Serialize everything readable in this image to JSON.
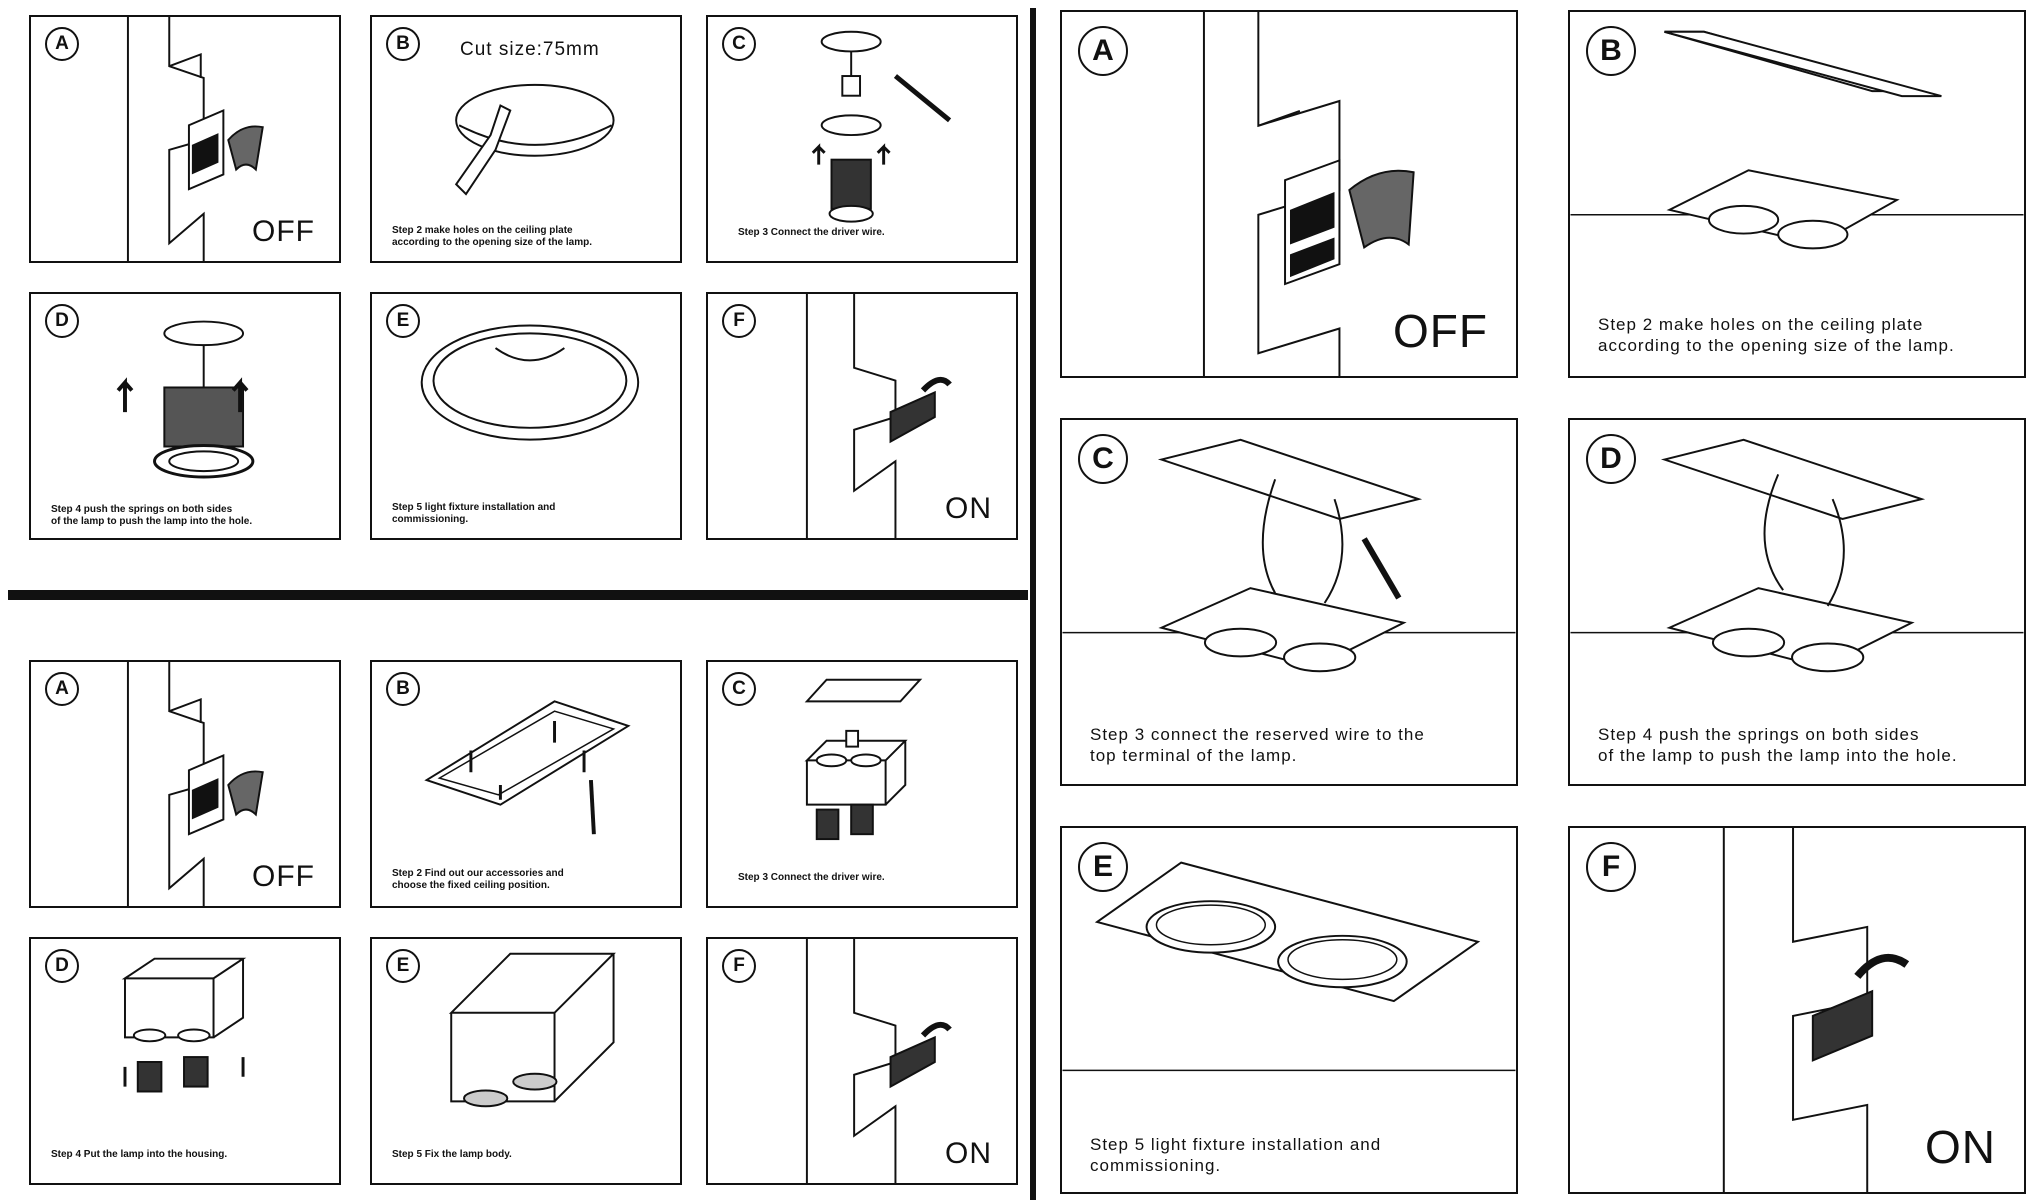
{
  "group1": {
    "A": {
      "letter": "A",
      "label": "OFF",
      "switch": "OFF"
    },
    "B": {
      "letter": "B",
      "cut_size": "Cut size:75mm",
      "text": "Step 2 make holes on the ceiling plate\naccording to the opening size of the lamp."
    },
    "C": {
      "letter": "C",
      "text": "Step 3 Connect the driver wire."
    },
    "D": {
      "letter": "D",
      "text": "Step 4 push the springs on both sides\nof the lamp to push the lamp into the hole."
    },
    "E": {
      "letter": "E",
      "text": "Step 5 light fixture installation and\ncommissioning."
    },
    "F": {
      "letter": "F",
      "label": "ON",
      "switch": "ON"
    }
  },
  "group2": {
    "A": {
      "letter": "A",
      "label": "OFF",
      "switch": "OFF"
    },
    "B": {
      "letter": "B",
      "text": "Step 2 Find out our accessories and\nchoose the fixed ceiling position."
    },
    "C": {
      "letter": "C",
      "text": "Step 3 Connect the driver wire."
    },
    "D": {
      "letter": "D",
      "text": "Step 4 Put the lamp into the housing."
    },
    "E": {
      "letter": "E",
      "text": "Step 5 Fix the lamp body."
    },
    "F": {
      "letter": "F",
      "label": "ON",
      "switch": "ON"
    }
  },
  "group3": {
    "A": {
      "letter": "A",
      "label": "OFF",
      "switch": "OFF"
    },
    "B": {
      "letter": "B",
      "text": "Step 2 make holes on the ceiling plate\naccording to the opening size of the lamp."
    },
    "C": {
      "letter": "C",
      "text": "Step 3 connect the reserved wire to the\ntop terminal of the lamp."
    },
    "D": {
      "letter": "D",
      "text": "Step 4 push the springs on both sides\nof the lamp to push the lamp into the hole."
    },
    "E": {
      "letter": "E",
      "text": "Step 5 light fixture installation and\ncommissioning."
    },
    "F": {
      "letter": "F",
      "label": "ON",
      "switch": "ON"
    }
  }
}
